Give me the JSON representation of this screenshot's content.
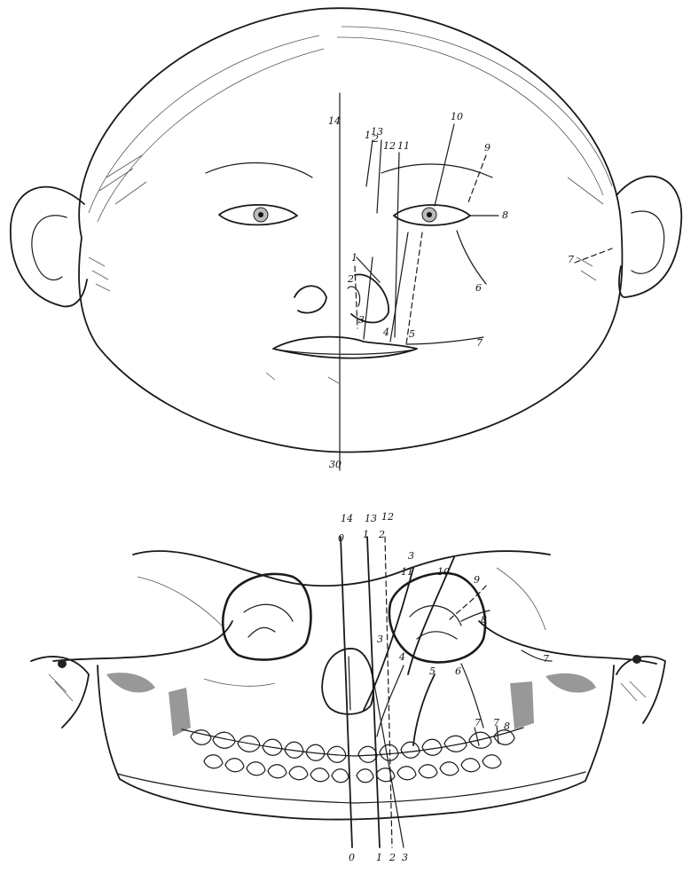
{
  "top_figure": {
    "labels": {
      "midline_top": "14",
      "midline_bottom": "30",
      "l13": "13",
      "l12": "12",
      "l1a": "1",
      "l2a": "2",
      "l11": "11",
      "l10": "10",
      "l9": "9",
      "l8": "8",
      "l7": "7",
      "l7b": "7",
      "l6": "6",
      "l5": "5",
      "l4": "4",
      "l3": "3",
      "l2": "2",
      "l1": "1"
    }
  },
  "bottom_figure": {
    "labels": {
      "l14": "14",
      "l13": "13",
      "l12": "12",
      "l0top": "0",
      "l1top": "1",
      "l2top": "2",
      "l3a": "3",
      "l11": "11",
      "l10": "10",
      "l9": "9",
      "l8": "8",
      "l7": "7",
      "l3b": "3",
      "l4": "4",
      "l5": "5",
      "l6": "6",
      "l7b": "7",
      "l7c": "7",
      "l8b": "8",
      "l0bottom": "0",
      "l1bottom": "1",
      "l2bottom": "2",
      "l3bottom": "3"
    }
  }
}
